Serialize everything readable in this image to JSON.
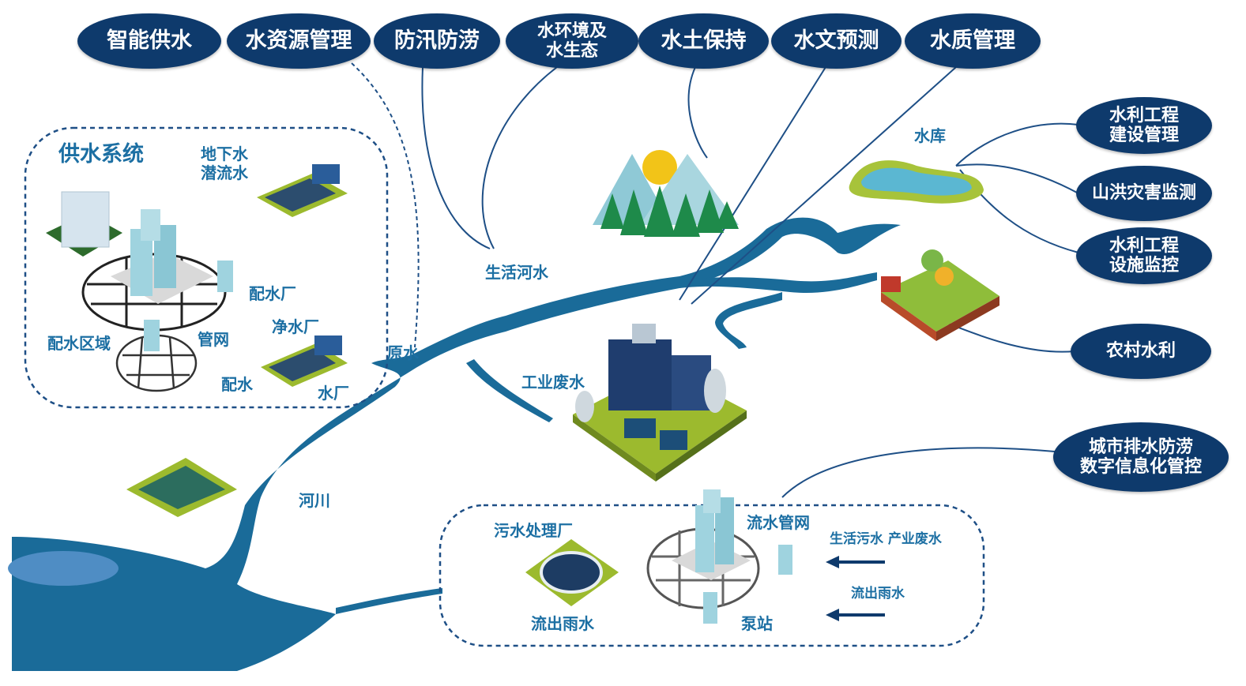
{
  "top_categories": [
    "智能供水",
    "水资源管理",
    "防汛防涝",
    "水环境及\n水生态",
    "水土保持",
    "水文预测",
    "水质管理"
  ],
  "right_categories": [
    "水利工程\n建设管理",
    "山洪灾害监测",
    "水利工程\n设施监控",
    "农村水利",
    "城市排水防涝\n数字信息化管控"
  ],
  "supply_system": {
    "title": "供水系统",
    "labels": [
      "地下水\n潜流水",
      "配水厂",
      "净水厂",
      "配水区域",
      "管网",
      "配水",
      "水厂"
    ]
  },
  "river_labels": {
    "raw_water": "原水",
    "domestic_river": "生活河水",
    "industrial_waste": "工业废水",
    "river": "河川",
    "reservoir": "水库"
  },
  "drainage_system": {
    "labels": [
      "污水处理厂",
      "流出雨水",
      "流水管网",
      "生活污水 产业废水",
      "流出雨水",
      "泵站"
    ]
  },
  "colors": {
    "navy": "#0e3a6c",
    "label_blue": "#1c6fa3",
    "river": "#1a6b99",
    "grass": "#9cba2e"
  }
}
